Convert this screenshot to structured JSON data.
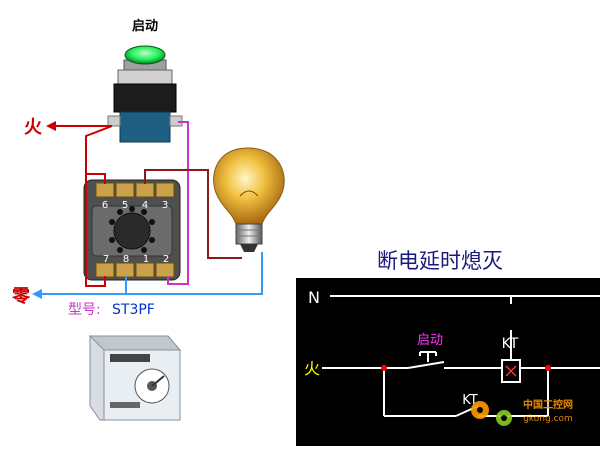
{
  "wiring": {
    "start_label": "启动",
    "live_label": "火",
    "neutral_label": "零",
    "model_label": "型号:",
    "model_value": "ST3PF",
    "relay_top_pins": [
      "6",
      "5",
      "4",
      "3"
    ],
    "relay_bottom_pins": [
      "7",
      "8",
      "1",
      "2"
    ]
  },
  "schematic": {
    "title": "断电延时熄灭",
    "neutral_label": "N",
    "live_label": "火",
    "start_label": "启动",
    "coil_label": "KT",
    "contact_label": "KT"
  },
  "watermark": {
    "brand": "中国工控网",
    "site": "gkong.com"
  },
  "colors": {
    "live_wire": "#cc0000",
    "neutral_wire": "#3399ff",
    "start_wire": "#cc33cc",
    "lamp_wire": "#8b1a1a",
    "button_glow": "#22ee55",
    "schematic_bg": "#000000",
    "schematic_line": "#ffffff",
    "schematic_node": "#ff0000",
    "schematic_accent": "#ff33ff",
    "schematic_live": "#ffff00"
  }
}
